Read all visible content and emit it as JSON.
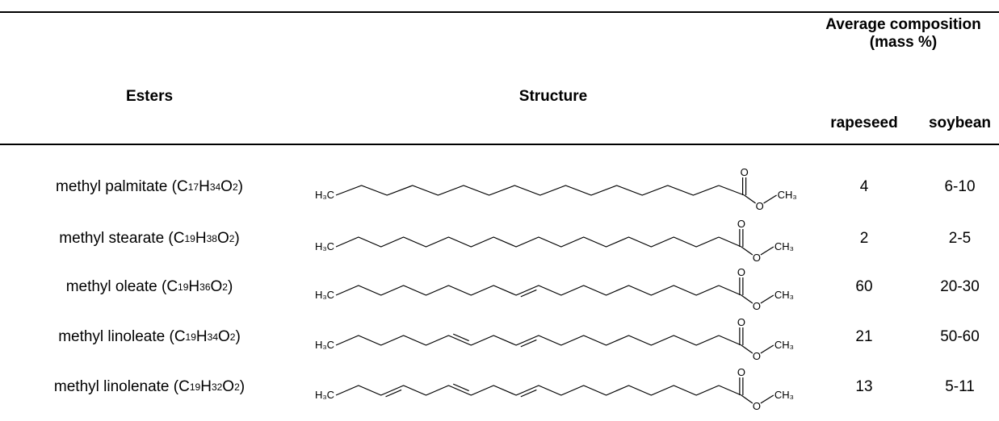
{
  "table": {
    "headers": {
      "esters": "Esters",
      "structure": "Structure",
      "average": "Average composition (mass %)",
      "rapeseed": "rapeseed",
      "soybean": "soybean"
    },
    "rows": [
      {
        "name": "methyl palmitate",
        "formula": [
          [
            "C",
            "17"
          ],
          [
            "H",
            "34"
          ],
          [
            "O",
            "2"
          ]
        ],
        "rapeseed": "4",
        "soybean": "6-10",
        "chain_carbons": 16,
        "double_bonds_after": []
      },
      {
        "name": "methyl stearate",
        "formula": [
          [
            "C",
            "19"
          ],
          [
            "H",
            "38"
          ],
          [
            "O",
            "2"
          ]
        ],
        "rapeseed": "2",
        "soybean": "2-5",
        "chain_carbons": 18,
        "double_bonds_after": []
      },
      {
        "name": "methyl oleate",
        "formula": [
          [
            "C",
            "19"
          ],
          [
            "H",
            "36"
          ],
          [
            "O",
            "2"
          ]
        ],
        "rapeseed": "60",
        "soybean": "20-30",
        "chain_carbons": 18,
        "double_bonds_after": [
          9
        ]
      },
      {
        "name": "methyl linoleate",
        "formula": [
          [
            "C",
            "19"
          ],
          [
            "H",
            "34"
          ],
          [
            "O",
            "2"
          ]
        ],
        "rapeseed": "21",
        "soybean": "50-60",
        "chain_carbons": 18,
        "double_bonds_after": [
          6,
          9
        ]
      },
      {
        "name": "methyl linolenate",
        "formula": [
          [
            "C",
            "19"
          ],
          [
            "H",
            "32"
          ],
          [
            "O",
            "2"
          ]
        ],
        "rapeseed": "13",
        "soybean": "5-11",
        "chain_carbons": 18,
        "double_bonds_after": [
          3,
          6,
          9
        ]
      }
    ],
    "structure_labels": {
      "left": "H₃C",
      "carbonyl": "O",
      "ester_o": "O",
      "right": "CH₃"
    }
  }
}
